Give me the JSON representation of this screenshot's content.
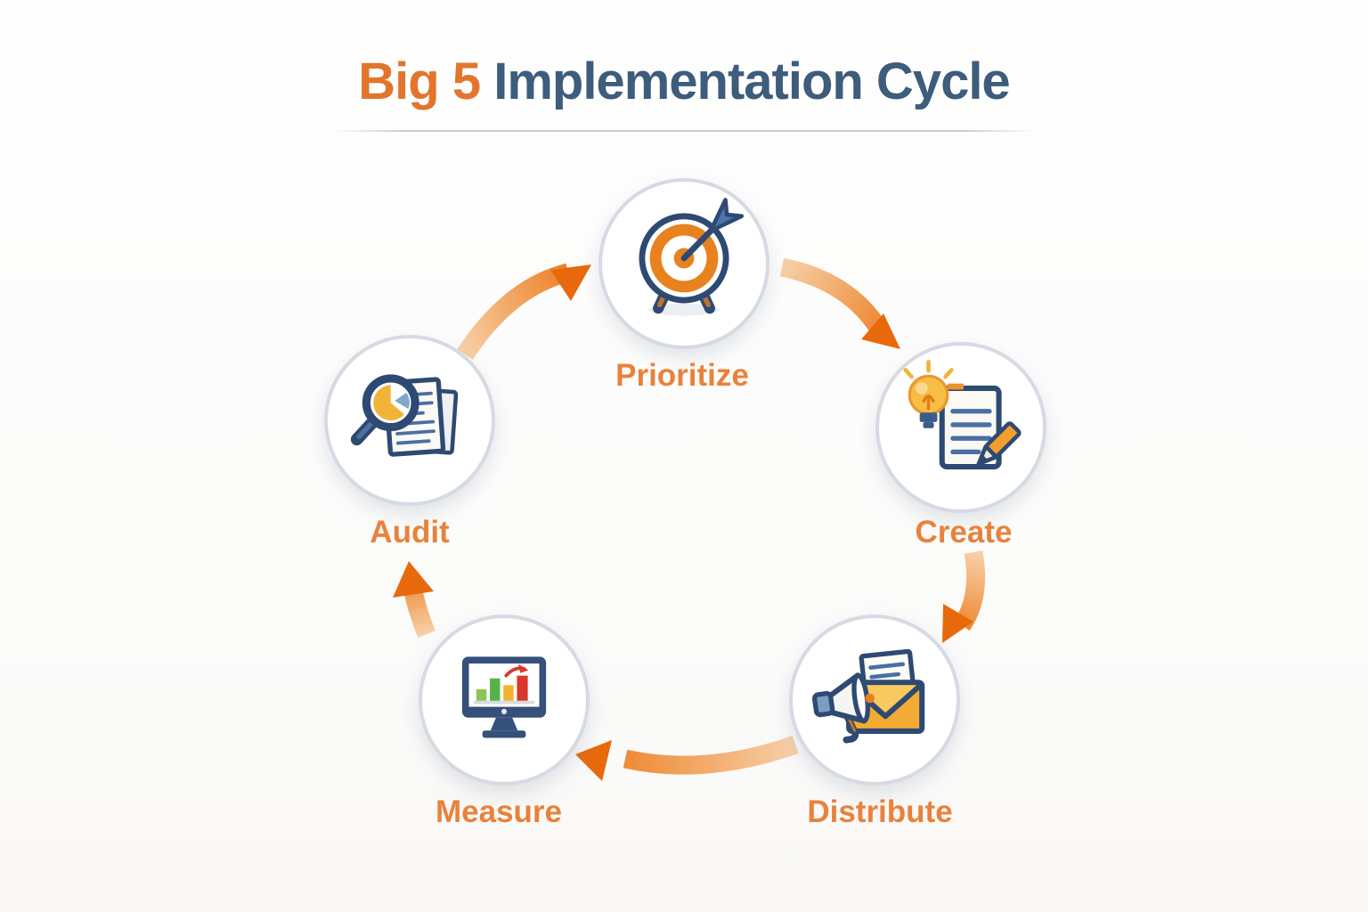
{
  "title": {
    "accent": "Big 5",
    "rest": " Implementation Cycle"
  },
  "diagram": {
    "type": "cycle",
    "direction": "clockwise",
    "steps": [
      {
        "label": "Prioritize",
        "icon": "target-icon",
        "position": "top"
      },
      {
        "label": "Create",
        "icon": "lightbulb-document-icon",
        "position": "right"
      },
      {
        "label": "Distribute",
        "icon": "megaphone-envelope-icon",
        "position": "bottom-right"
      },
      {
        "label": "Measure",
        "icon": "monitor-chart-icon",
        "position": "bottom-left"
      },
      {
        "label": "Audit",
        "icon": "magnifier-documents-icon",
        "position": "left"
      }
    ]
  },
  "colors": {
    "title_accent": "#E2752C",
    "title_main": "#3E5C7B",
    "label_orange": "#E8823B",
    "arrow_light": "#F7D0A8",
    "arrow_dark": "#E8690C",
    "circle_border": "#D5DAE3",
    "icon_navy": "#2E4A72",
    "icon_blue": "#4A6FA5",
    "icon_orange": "#E8821E",
    "icon_yellow": "#F3B32F"
  }
}
